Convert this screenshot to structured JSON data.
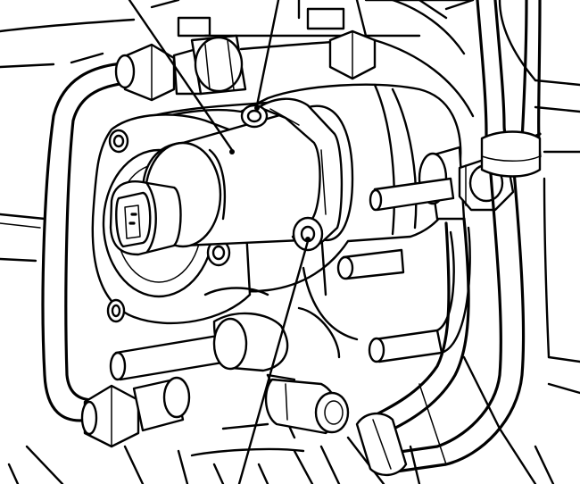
{
  "figure": {
    "subject": "engine-mounted-solenoid-assembly",
    "style": "black-and-white line drawing",
    "colors": {
      "ink": "#000000",
      "paper": "#ffffff"
    },
    "callout_lines": 3
  }
}
